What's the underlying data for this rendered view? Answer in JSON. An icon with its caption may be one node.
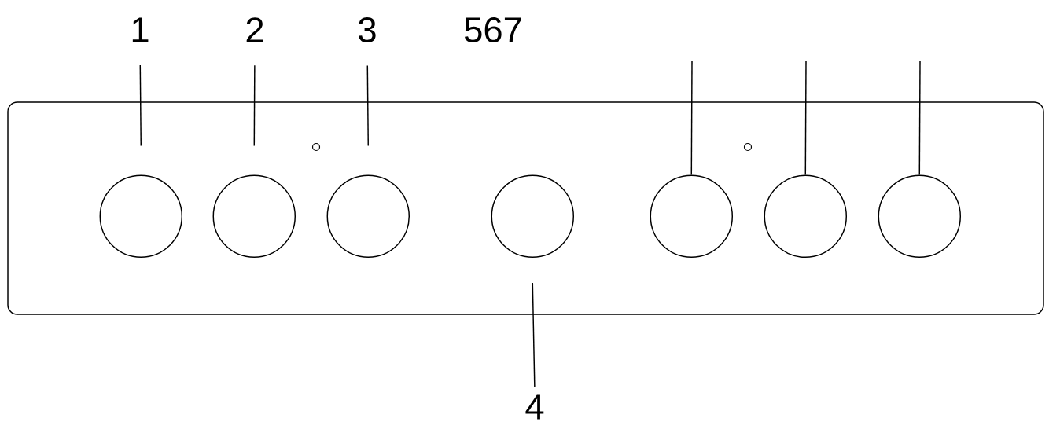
{
  "diagram": {
    "nodes": [
      {
        "text": [],
        "shape": "box"
      },
      {
        "text": [],
        "shape": "circle",
        "in": 0
      },
      {
        "text": [],
        "shape": "circle",
        "in": 0
      },
      {
        "text": [],
        "shape": "circle",
        "in": 0
      },
      {
        "text": [],
        "shape": "circle",
        "in": 0
      },
      {
        "text": [],
        "shape": "circle",
        "in": 0
      },
      {
        "text": [],
        "shape": "circle",
        "in": 0
      },
      {
        "text": [],
        "shape": "circle",
        "in": 0
      },
      {
        "text": [
          "1"
        ]
      },
      {
        "text": [
          "2"
        ]
      },
      {
        "text": [
          "3"
        ]
      },
      {
        "text": [
          "567"
        ]
      },
      {
        "text": [
          "4"
        ]
      }
    ],
    "edges": [
      {
        "from": 8,
        "to": 1,
        "arrow": "none"
      },
      {
        "from": 9,
        "to": 2,
        "arrow": "none"
      },
      {
        "from": 10,
        "to": 3,
        "arrow": "none"
      },
      {
        "from": 12,
        "to": 4,
        "arrow": "none"
      },
      {
        "from": null,
        "to": 5,
        "arrow": "none"
      },
      {
        "from": null,
        "to": 6,
        "arrow": "none"
      },
      {
        "from": null,
        "to": 7,
        "arrow": "none"
      }
    ]
  }
}
